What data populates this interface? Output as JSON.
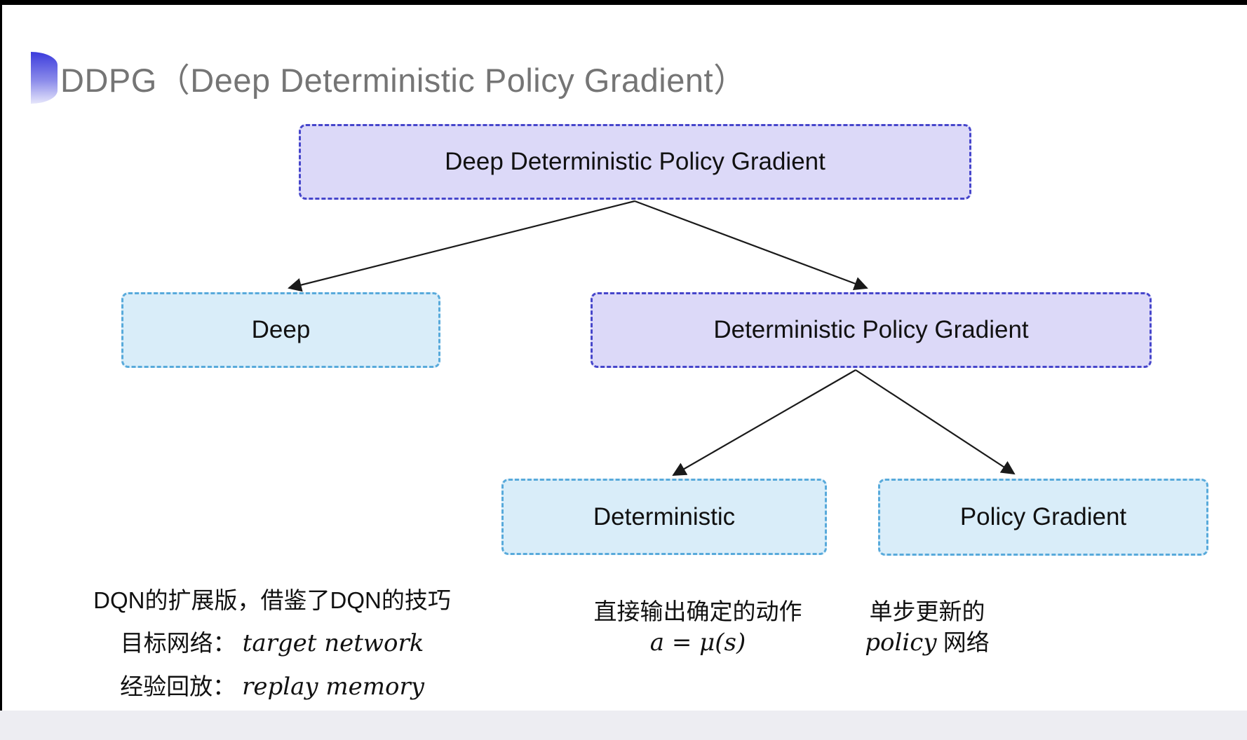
{
  "page": {
    "title": "DDPG（Deep Deterministic Policy Gradient）"
  },
  "diagram": {
    "type": "tree",
    "nodes": [
      {
        "id": "ddpg",
        "label": "Deep Deterministic Policy Gradient",
        "variant": "lavender"
      },
      {
        "id": "deep",
        "label": "Deep",
        "variant": "cyan"
      },
      {
        "id": "dpg",
        "label": "Deterministic Policy Gradient",
        "variant": "lavender"
      },
      {
        "id": "deterministic",
        "label": "Deterministic",
        "variant": "cyan"
      },
      {
        "id": "policy_gradient",
        "label": "Policy Gradient",
        "variant": "cyan"
      }
    ],
    "edges": [
      {
        "from": "ddpg",
        "to": "deep"
      },
      {
        "from": "ddpg",
        "to": "dpg"
      },
      {
        "from": "dpg",
        "to": "deterministic"
      },
      {
        "from": "dpg",
        "to": "policy_gradient"
      }
    ]
  },
  "annotations": {
    "deep_notes": {
      "line1": "DQN的扩展版，借鉴了DQN的技巧",
      "line2_label": "目标网络：",
      "line2_term": "target network",
      "line3_label": "经验回放：",
      "line3_term": "replay memory"
    },
    "deterministic_notes": {
      "line1": "直接输出确定的动作",
      "formula": "a = μ(s)"
    },
    "policy_gradient_notes": {
      "line1": "单步更新的",
      "line2_term": "policy",
      "line2_suffix": " 网络"
    }
  },
  "colors": {
    "lavender_fill": "#dcd9f8",
    "lavender_border": "#4646cb",
    "cyan_fill": "#d9edf9",
    "cyan_border": "#58aadb",
    "arrow": "#1a1a1a",
    "title_text": "#757575",
    "node_text": "#111111",
    "bullet_top": "#3b3bdc",
    "bullet_bottom": "#e6e6fb"
  }
}
